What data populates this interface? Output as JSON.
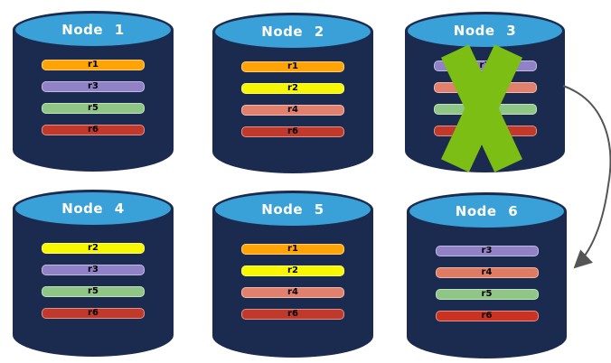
{
  "nodes": [
    {
      "label": "Node 1",
      "failed": false,
      "replicas": [
        {
          "label": "r1",
          "color": "#FFA404"
        },
        {
          "label": "r3",
          "color": "#9181C6"
        },
        {
          "label": "r5",
          "color": "#90C685"
        },
        {
          "label": "r6",
          "color": "#C0392B"
        }
      ]
    },
    {
      "label": "Node 2",
      "failed": false,
      "replicas": [
        {
          "label": "r1",
          "color": "#FFA404"
        },
        {
          "label": "r2",
          "color": "#F7F700"
        },
        {
          "label": "r4",
          "color": "#E2806E"
        },
        {
          "label": "r6",
          "color": "#C0392B"
        }
      ]
    },
    {
      "label": "Node 3",
      "failed": true,
      "replicas": [
        {
          "label": "r3",
          "color": "#9181C6"
        },
        {
          "label": "r4",
          "color": "#E2806E"
        },
        {
          "label": "r5",
          "color": "#90C685"
        },
        {
          "label": "r6",
          "color": "#C0392B"
        }
      ]
    },
    {
      "label": "Node 4",
      "failed": false,
      "replicas": [
        {
          "label": "r2",
          "color": "#F7F700"
        },
        {
          "label": "r3",
          "color": "#9181C6"
        },
        {
          "label": "r5",
          "color": "#90C685"
        },
        {
          "label": "r6",
          "color": "#C0392B"
        }
      ]
    },
    {
      "label": "Node 5",
      "failed": false,
      "replicas": [
        {
          "label": "r1",
          "color": "#FFA404"
        },
        {
          "label": "r2",
          "color": "#F7F700"
        },
        {
          "label": "r4",
          "color": "#E2806E"
        },
        {
          "label": "r6",
          "color": "#C0392B"
        }
      ]
    },
    {
      "label": "Node 6",
      "failed": false,
      "replicas": [
        {
          "label": "r3",
          "color": "#9181C6"
        },
        {
          "label": "r4",
          "color": "#E07B63"
        },
        {
          "label": "r5",
          "color": "#90C685"
        },
        {
          "label": "r6",
          "color": "#CC3221"
        }
      ]
    }
  ],
  "failure_marker": {
    "node": "Node 3",
    "color": "#7DBE14"
  },
  "arrow": {
    "from": "Node 3",
    "to": "Node 6",
    "color": "#555555"
  },
  "colors": {
    "background": "#FFFFFF",
    "cylinder_body": "#1B2B4F",
    "cylinder_top": "#3AA0D8",
    "title_text": "#FFFFFF",
    "bar_text": "#000000"
  }
}
